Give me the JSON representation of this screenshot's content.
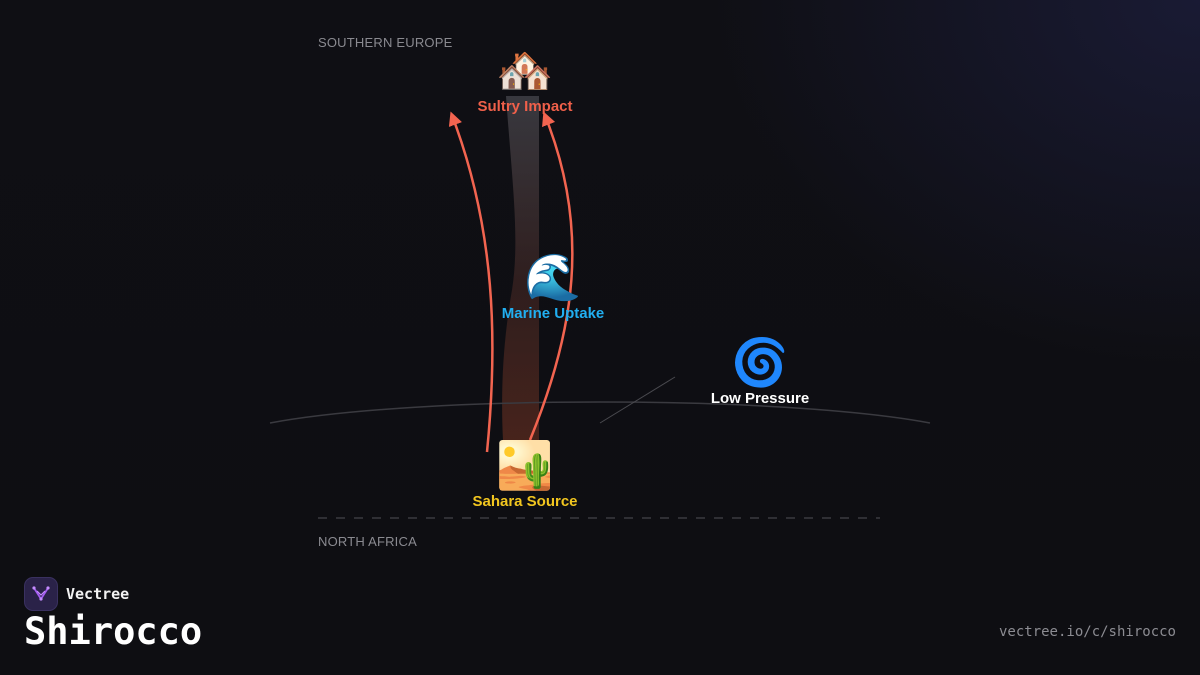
{
  "brand": {
    "name": "Vectree",
    "title": "Shirocco",
    "url": "vectree.io/c/shirocco"
  },
  "regions": {
    "north": "SOUTHERN EUROPE",
    "south": "NORTH AFRICA"
  },
  "nodes": {
    "impact": {
      "emoji": "🏘️",
      "label": "Sultry Impact",
      "color": "#f0604a",
      "icon": "houses-icon"
    },
    "marine": {
      "emoji": "🌊",
      "label": "Marine Uptake",
      "color": "#21aef0",
      "icon": "wave-icon"
    },
    "pressure": {
      "emoji": "🌀",
      "label": "Low Pressure",
      "color": "#ffffff",
      "icon": "cyclone-icon"
    },
    "source": {
      "emoji": "🏜️",
      "label": "Sahara Source",
      "color": "#f2c61f",
      "icon": "desert-icon"
    }
  },
  "colors": {
    "arrow": "#f26450",
    "logo_accent": "#a45cf0"
  }
}
